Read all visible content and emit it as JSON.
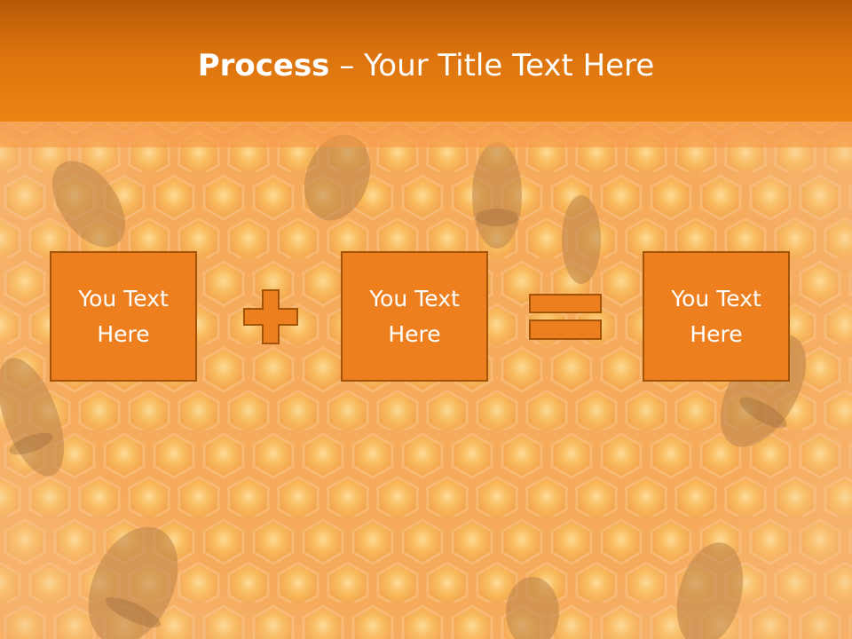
{
  "slide": {
    "title_bold": "Process",
    "title_rest": " – Your Title Text Here",
    "boxes": [
      {
        "text": "You Text\nHere"
      },
      {
        "text": "You Text\nHere"
      },
      {
        "text": "You Text\nHere"
      }
    ],
    "operators": [
      "plus-icon",
      "equals-icon"
    ],
    "background": "honeycomb-bees-photo"
  },
  "colors": {
    "title_bar": "#dc730e",
    "box_fill": "#ee7f1e",
    "box_border": "#a45408",
    "text": "#ffffff"
  }
}
